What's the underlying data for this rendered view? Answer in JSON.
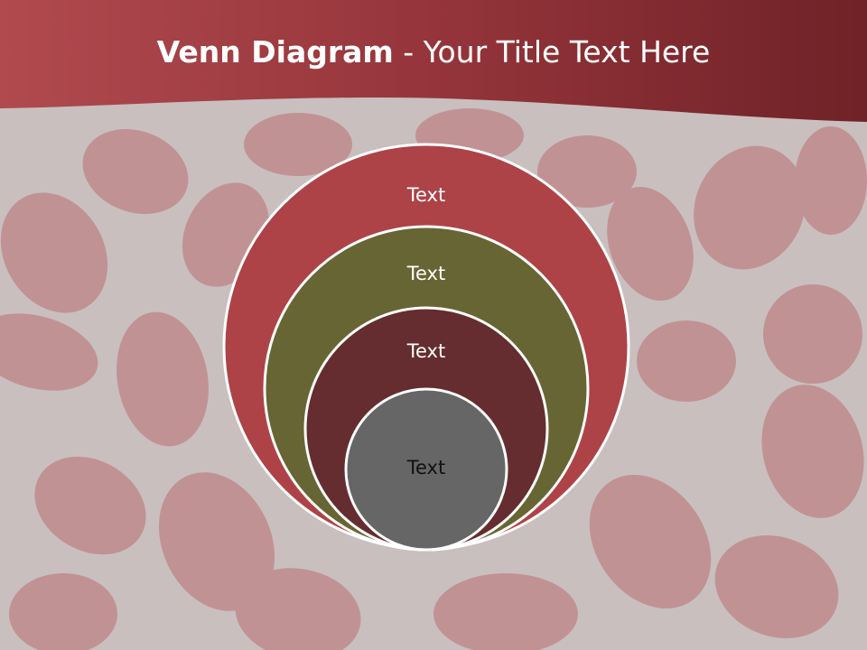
{
  "slide": {
    "title_bold": "Venn Diagram",
    "title_rest": " - Your Title Text Here",
    "colors": {
      "header": "#8b2f35",
      "background": "#c9c1c1",
      "leaf": "#b45a60"
    }
  },
  "diagram": {
    "type": "nested-circles",
    "circles": [
      {
        "label": "Text",
        "color": "#ad4347",
        "text_color": "#ffffff"
      },
      {
        "label": "Text",
        "color": "#676533",
        "text_color": "#ffffff"
      },
      {
        "label": "Text",
        "color": "#652d2f",
        "text_color": "#ffffff"
      },
      {
        "label": "Text",
        "color": "#666666",
        "text_color": "#111111"
      }
    ]
  }
}
